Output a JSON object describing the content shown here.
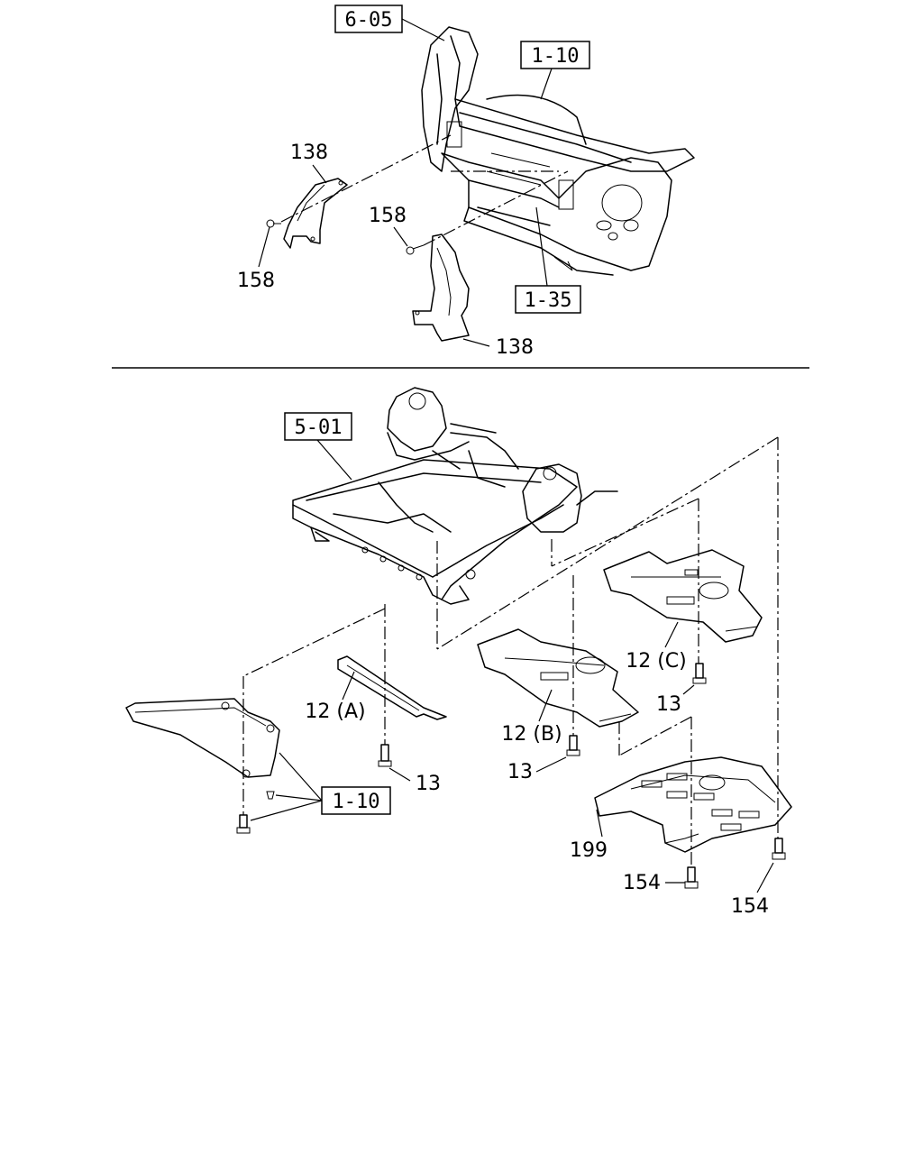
{
  "top_section": {
    "refs": {
      "ref_605": "6-05",
      "ref_110": "1-10",
      "ref_135": "1-35"
    },
    "callouts": {
      "c138_left": "138",
      "c158_left": "158",
      "c158_mid": "158",
      "c138_bottom": "138"
    }
  },
  "bottom_section": {
    "refs": {
      "ref_501": "5-01",
      "ref_110": "1-10"
    },
    "callouts": {
      "c12a": "12 (A)",
      "c12b": "12 (B)",
      "c12c": "12 (C)",
      "c13_left": "13",
      "c13_mid": "13",
      "c13_right": "13",
      "c199": "199",
      "c154_left": "154",
      "c154_right": "154"
    }
  }
}
